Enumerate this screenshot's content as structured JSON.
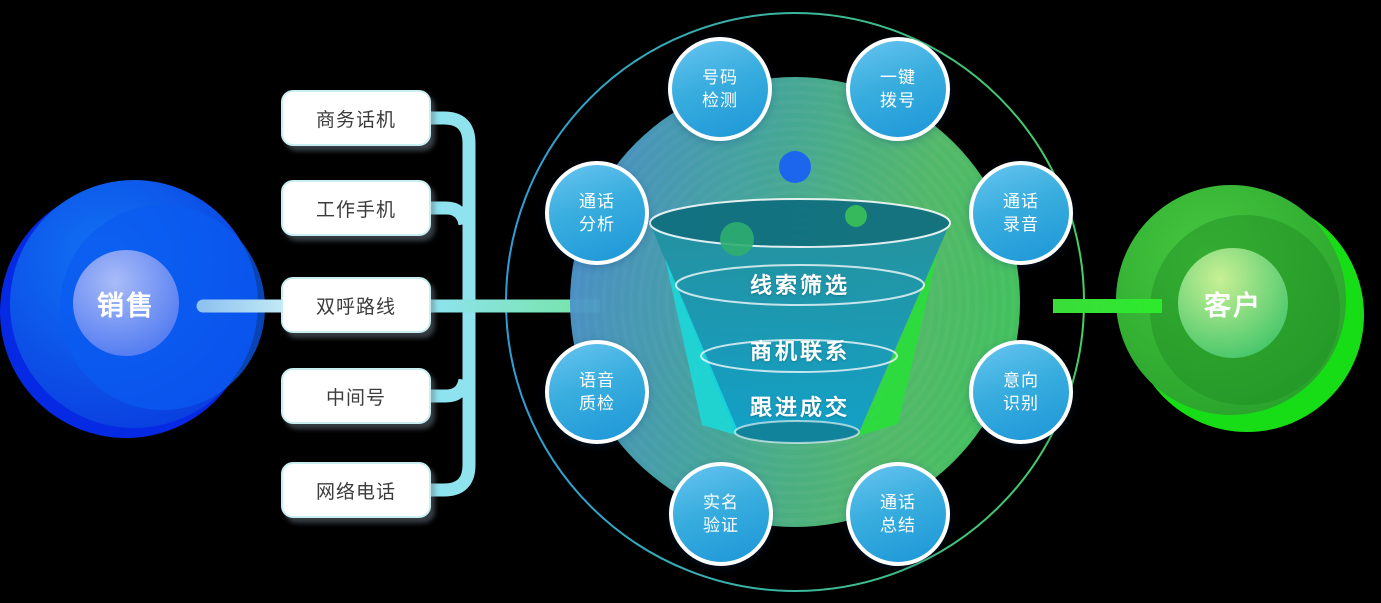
{
  "nodes": {
    "sales": {
      "label": "销售"
    },
    "customer": {
      "label": "客户"
    }
  },
  "channels": [
    {
      "label": "商务话机"
    },
    {
      "label": "工作手机"
    },
    {
      "label": "双呼路线"
    },
    {
      "label": "中间号"
    },
    {
      "label": "网络电话"
    }
  ],
  "funnel_stages": [
    {
      "label": "线索筛选"
    },
    {
      "label": "商机联系"
    },
    {
      "label": "跟进成交"
    }
  ],
  "features": [
    {
      "label": "号码\n检测"
    },
    {
      "label": "一键\n拨号"
    },
    {
      "label": "通话\n分析"
    },
    {
      "label": "通话\n录音"
    },
    {
      "label": "语音\n质检"
    },
    {
      "label": "意向\n识别"
    },
    {
      "label": "实名\n验证"
    },
    {
      "label": "通话\n总结"
    }
  ],
  "colors": {
    "sales_blue": "#0b5cf0",
    "sales_inner_from": "#a9bcf8",
    "customer_green": "#2fbb31",
    "customer_inner_from": "#c9f095",
    "connector_cyan": "#8ee3ef",
    "connector_light_blue": "#a9d4f2",
    "connector_green": "#32e032",
    "badge_gradient_from": "#5fc0ee",
    "badge_gradient_to": "#1f98d8",
    "funnel_teal": "#1a9ab8",
    "funnel_left_accent": "#17dede",
    "funnel_right_accent": "#27e037",
    "ring_blue": "#2f9ed8",
    "ring_green": "#46cf62",
    "box_border": "#c9eef2",
    "box_text": "#3c3c3c"
  }
}
